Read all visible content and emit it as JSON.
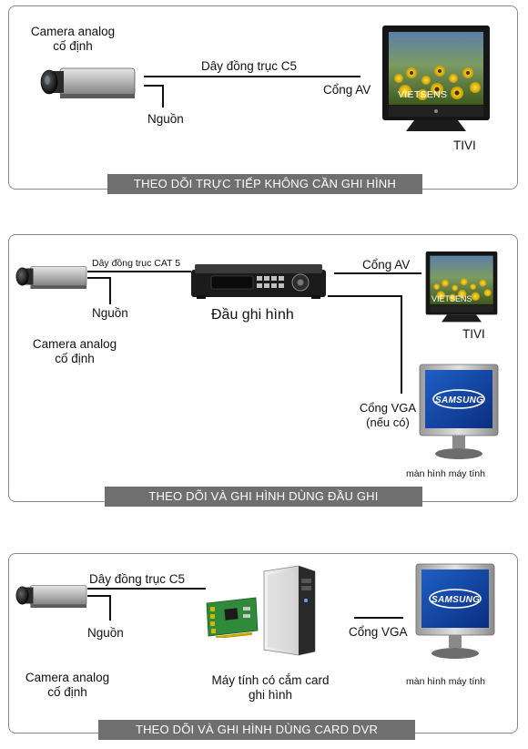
{
  "section1": {
    "camera_label": "Camera analog\ncố định",
    "cable_label": "Dây đồng trục C5",
    "power_label": "Nguồn",
    "port_label": "Cổng AV",
    "tv_label": "TIVI",
    "tv_brand": "VIETSENS",
    "banner": "THEO DÕI TRỰC TIẾP KHÔNG CẦN GHI HÌNH"
  },
  "section2": {
    "cable_label": "Dây đồng trục CAT 5",
    "power_label": "Nguồn",
    "camera_label": "Camera analog\ncố định",
    "recorder_label": "Đầu ghi hình",
    "port_av_label": "Cổng AV",
    "tv_label": "TIVI",
    "tv_brand": "VIETSENS",
    "port_vga_label": "Cổng VGA\n(nếu có)",
    "monitor_brand": "SAMSUNG",
    "monitor_label": "màn hình máy tính",
    "banner": "THEO DÕI VÀ GHI HÌNH DÙNG ĐẦU GHI"
  },
  "section3": {
    "cable_label": "Dây đồng trục C5",
    "power_label": "Nguồn",
    "camera_label": "Camera analog\ncố định",
    "computer_label": "Máy tính có cắm card\nghi hình",
    "port_vga_label": "Cổng VGA",
    "monitor_brand": "SAMSUNG",
    "monitor_label": "màn hình máy tính",
    "banner": "THEO DÕI VÀ GHI HÌNH DÙNG CARD DVR"
  }
}
